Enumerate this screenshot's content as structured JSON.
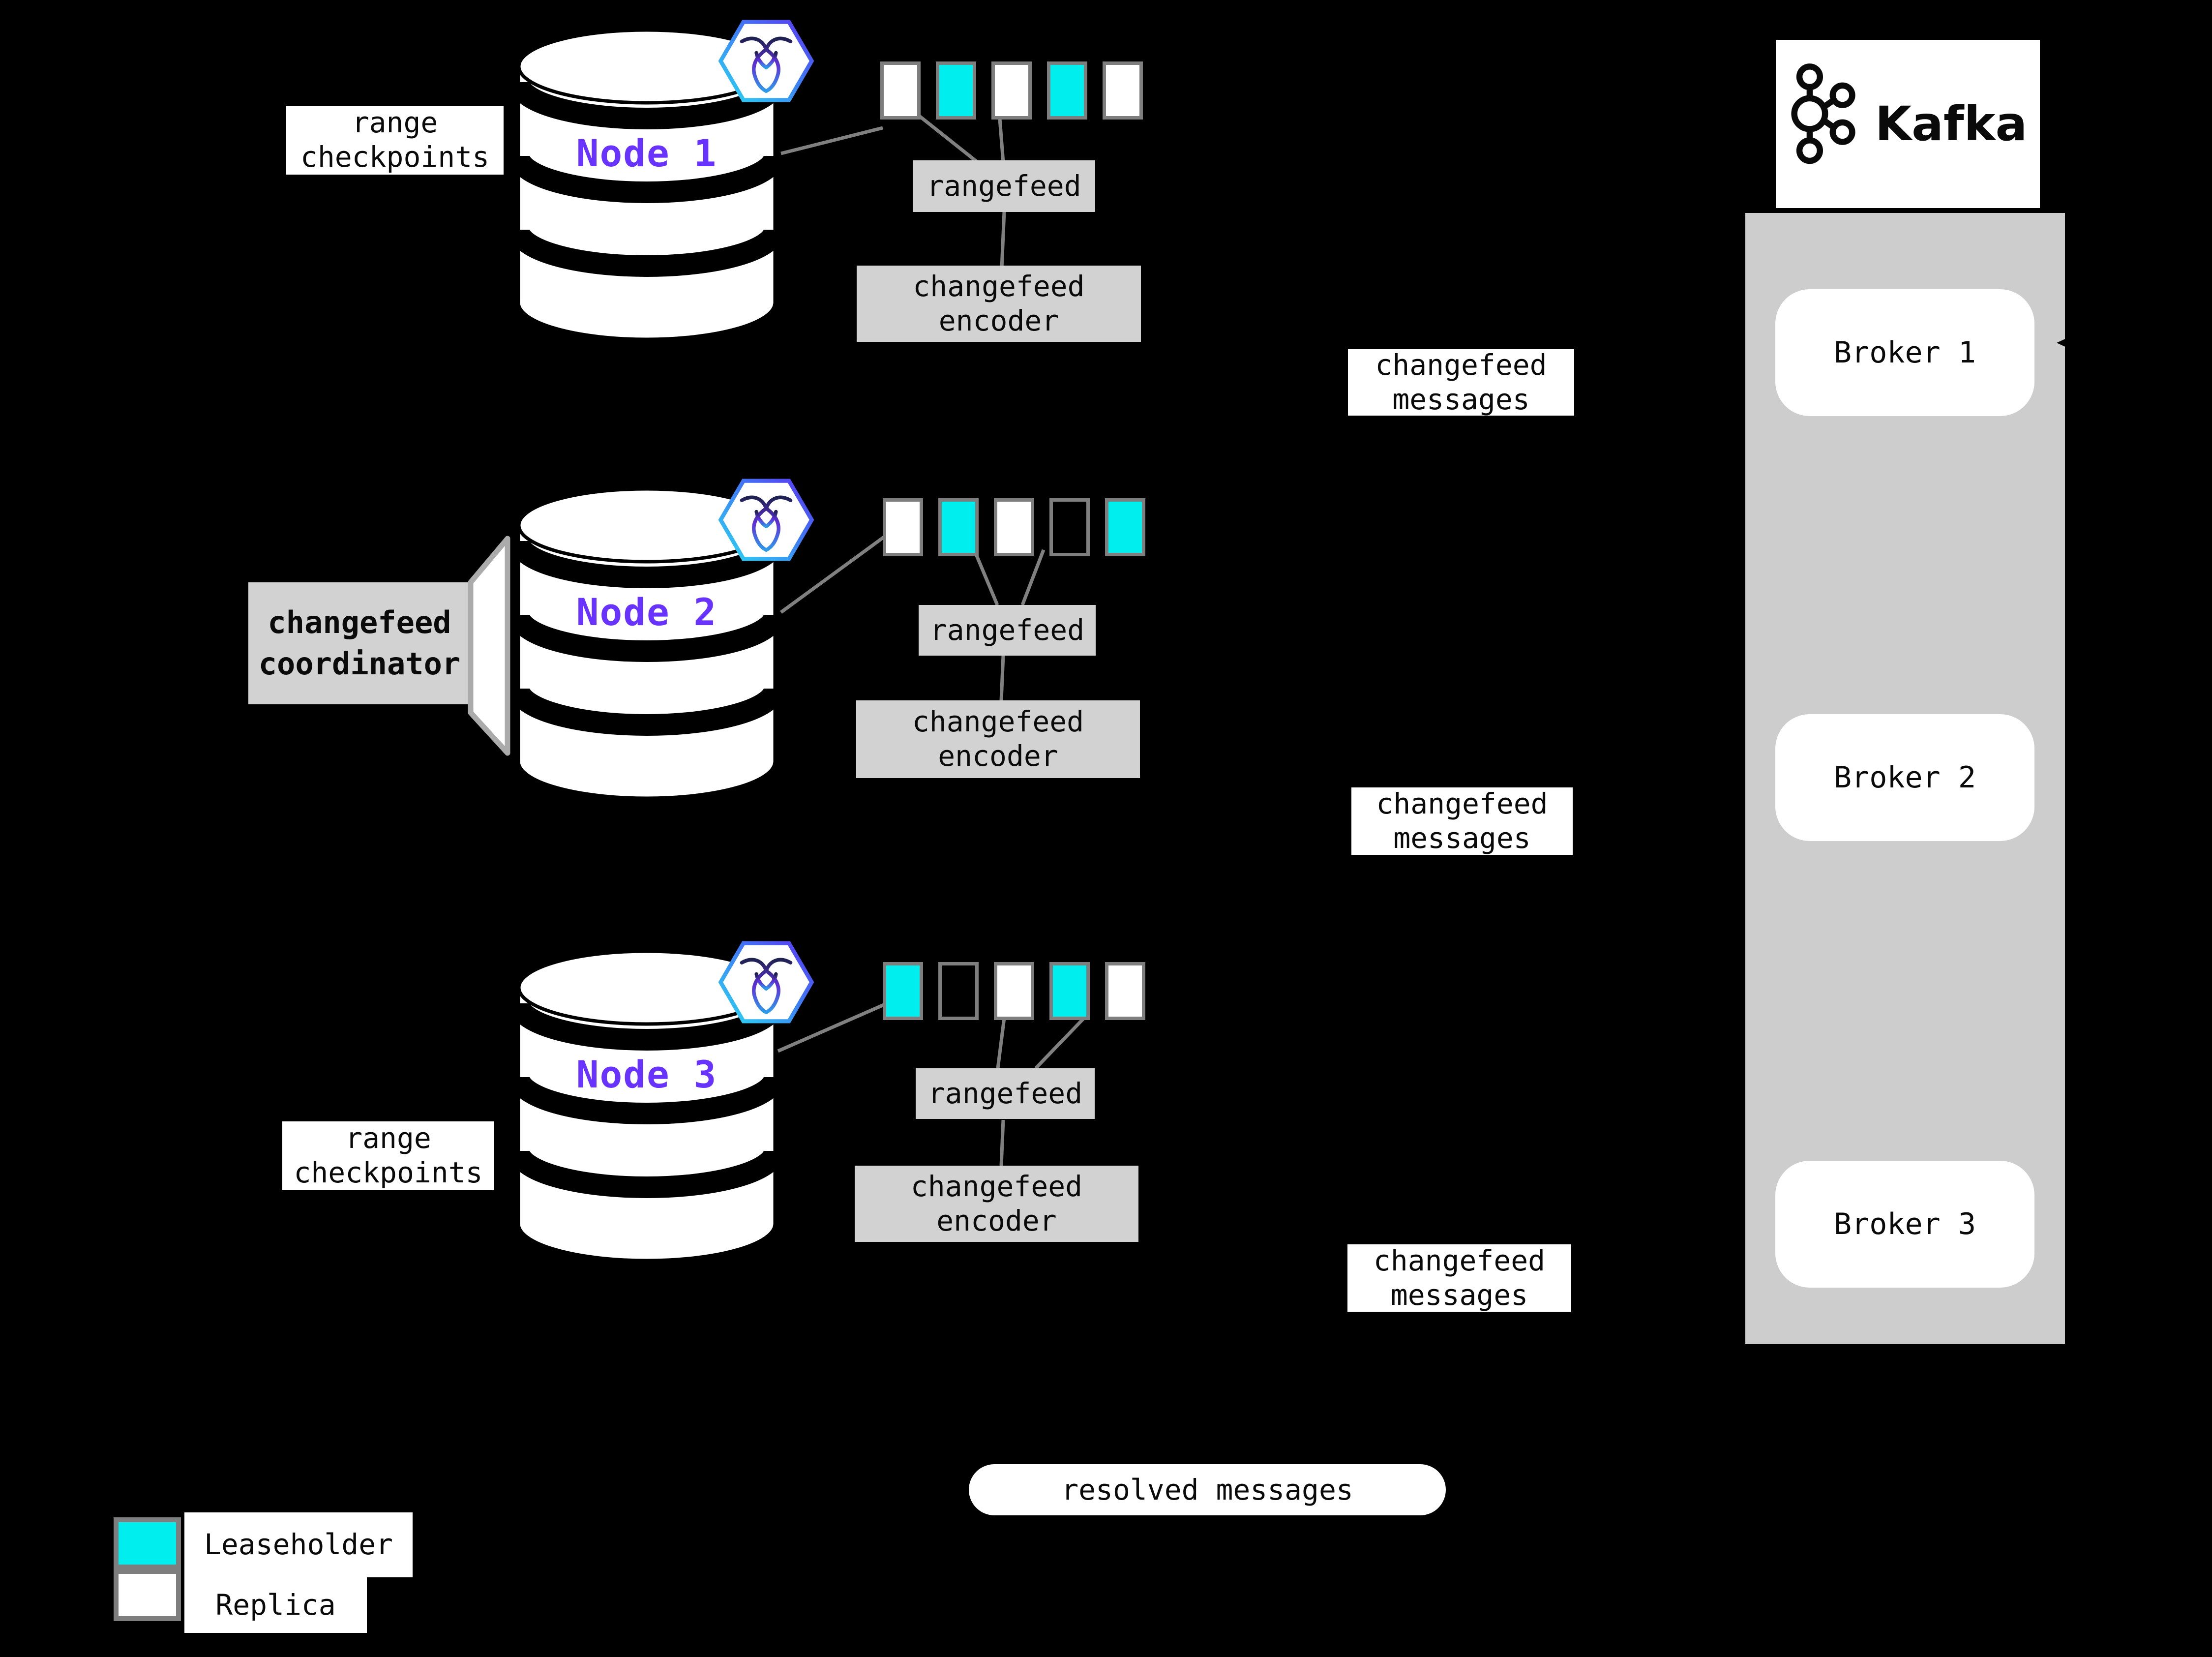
{
  "labels": {
    "range_checkpoints": "range\ncheckpoints",
    "rangefeed": "rangefeed",
    "changefeed_encoder": "changefeed\nencoder",
    "changefeed_messages": "changefeed\nmessages",
    "changefeed_coordinator": "changefeed\ncoordinator",
    "resolved_messages": "resolved messages"
  },
  "nodes": [
    {
      "name": "Node 1",
      "badge_icon": "cockroachdb-icon",
      "ranges": [
        "replica",
        "leaseholder",
        "replica",
        "leaseholder",
        "replica"
      ]
    },
    {
      "name": "Node 2",
      "badge_icon": "cockroachdb-icon",
      "ranges": [
        "replica",
        "leaseholder",
        "replica",
        "empty",
        "leaseholder"
      ]
    },
    {
      "name": "Node 3",
      "badge_icon": "cockroachdb-icon",
      "ranges": [
        "leaseholder",
        "empty",
        "replica",
        "leaseholder",
        "replica"
      ]
    }
  ],
  "kafka": {
    "title": "Kafka",
    "logo_icon": "kafka-icon",
    "brokers": [
      "Broker 1",
      "Broker 2",
      "Broker 3"
    ]
  },
  "legend": [
    {
      "label": "Leaseholder",
      "kind": "leaseholder",
      "color": "#00EEEE"
    },
    {
      "label": "Replica",
      "kind": "replica",
      "color": "#FFFFFF"
    }
  ],
  "colors": {
    "background": "#000000",
    "box_gray": "#D2D2D2",
    "kafka_panel_gray": "#CDCDCD",
    "leaseholder_cyan": "#00EEEE",
    "node_name_purple": "#6933FF",
    "connector_gray": "#808080",
    "square_border_gray": "#7E7E7E",
    "badge_gradient": [
      "#2BD9F2",
      "#5B34F1"
    ]
  }
}
